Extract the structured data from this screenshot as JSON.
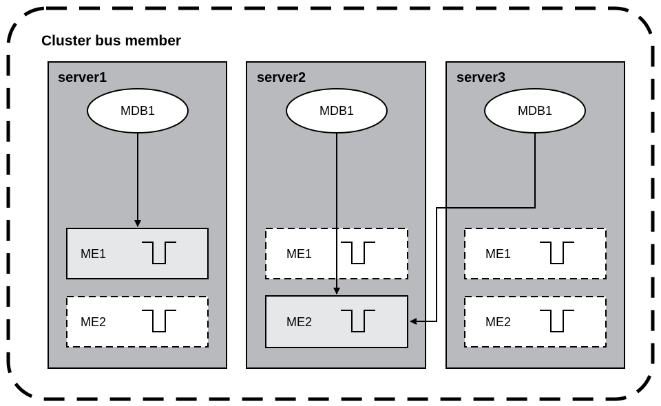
{
  "cluster": {
    "title": "Cluster bus member"
  },
  "colors": {
    "server_fill": "#b9babd",
    "active_engine_fill": "#e6e7e8",
    "standby_engine_fill": "#ffffff",
    "line": "#000000"
  },
  "servers": [
    {
      "name": "server1",
      "mdb": "MDB1",
      "engines": [
        {
          "label": "ME1",
          "state": "active",
          "queue_icon": "queue-icon"
        },
        {
          "label": "ME2",
          "state": "standby",
          "queue_icon": "queue-icon"
        }
      ],
      "connects_to": "ME1"
    },
    {
      "name": "server2",
      "mdb": "MDB1",
      "engines": [
        {
          "label": "ME1",
          "state": "standby",
          "queue_icon": "queue-icon"
        },
        {
          "label": "ME2",
          "state": "active",
          "queue_icon": "queue-icon"
        }
      ],
      "connects_to": "ME2"
    },
    {
      "name": "server3",
      "mdb": "MDB1",
      "engines": [
        {
          "label": "ME1",
          "state": "standby",
          "queue_icon": "queue-icon"
        },
        {
          "label": "ME2",
          "state": "standby",
          "queue_icon": "queue-icon"
        }
      ],
      "connects_to": "server2 ME2"
    }
  ]
}
